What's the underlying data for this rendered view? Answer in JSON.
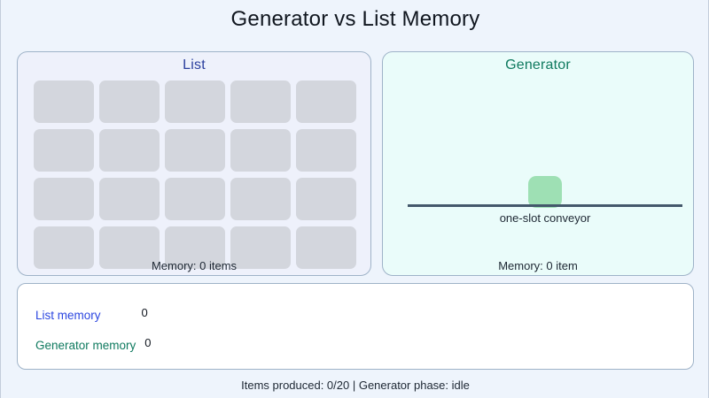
{
  "title": "Generator vs List Memory",
  "panels": {
    "list": {
      "title": "List",
      "memory_label": "Memory: 0 items",
      "cells_total": 20,
      "cells_filled": 0
    },
    "generator": {
      "title": "Generator",
      "conveyor_label": "one-slot conveyor",
      "memory_label": "Memory: 0 item",
      "slot_occupied": true
    }
  },
  "chart_data": {
    "type": "bar",
    "orientation": "horizontal",
    "categories": [
      "List memory",
      "Generator memory"
    ],
    "values": [
      0,
      0
    ],
    "value_labels": [
      "0",
      "0"
    ],
    "colors": [
      "#2b46e0",
      "#0f7a5f"
    ],
    "xlim": [
      0,
      20
    ],
    "grid": false,
    "title": "",
    "xlabel": "",
    "ylabel": ""
  },
  "status": {
    "text": "Items produced: 0/20 | Generator phase: idle",
    "items_produced": "0/20",
    "generator_phase": "idle"
  }
}
